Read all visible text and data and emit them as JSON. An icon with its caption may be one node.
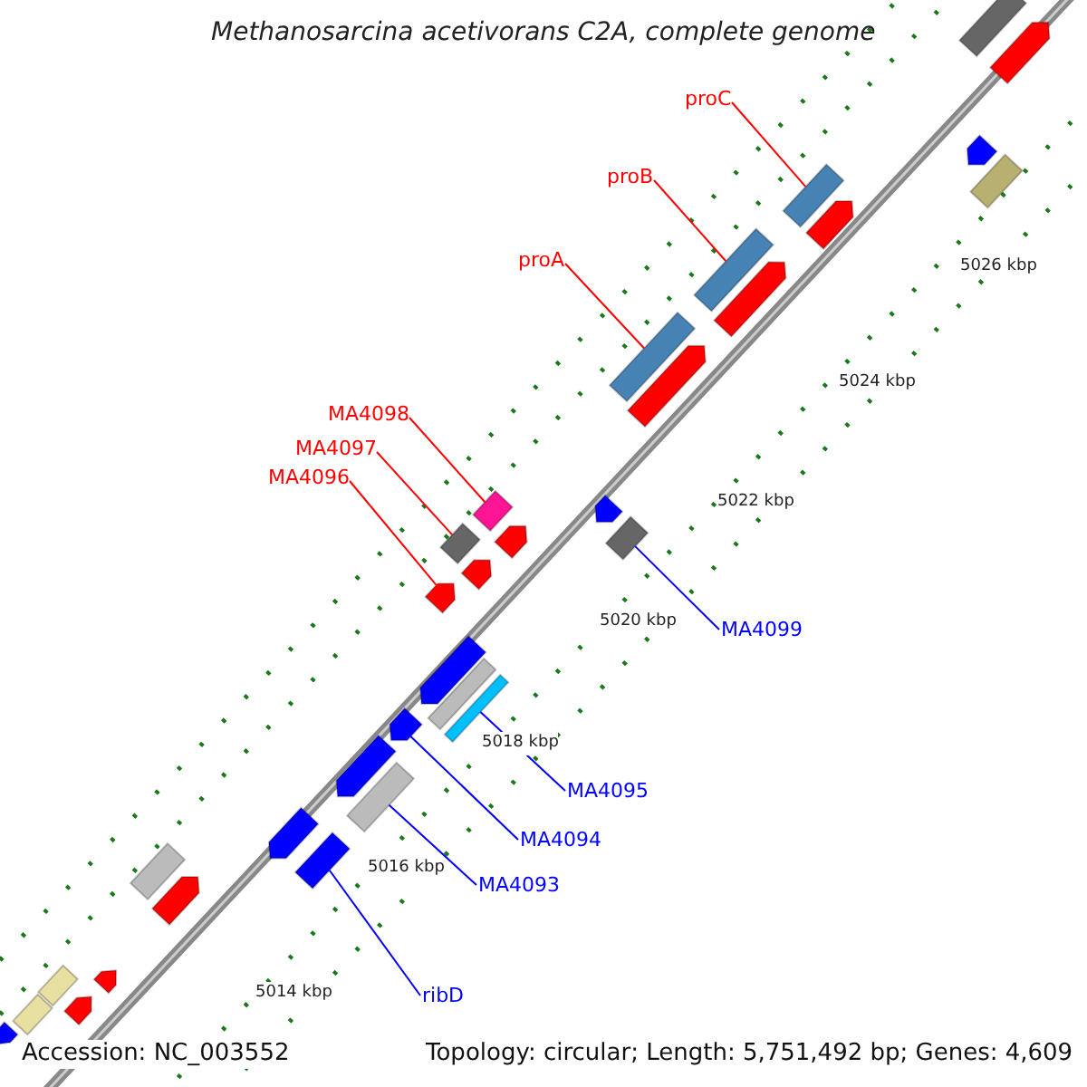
{
  "diagram": {
    "title": "Methanosarcina acetivorans C2A, complete genome",
    "nodes": [
      {
        "text": [
          "proC"
        ]
      },
      {
        "text": [],
        "shape": "bar"
      },
      {
        "text": [
          "proB"
        ]
      },
      {
        "text": [],
        "shape": "bar"
      },
      {
        "text": [
          "proA"
        ]
      },
      {
        "text": [],
        "shape": "bar"
      },
      {
        "text": [
          "MA4098"
        ]
      },
      {
        "text": [],
        "shape": "bar"
      },
      {
        "text": [
          "MA4097"
        ]
      },
      {
        "text": [],
        "shape": "bar"
      },
      {
        "text": [
          "MA4096"
        ]
      },
      {
        "text": [],
        "shape": "bar"
      },
      {
        "text": [
          "MA4099"
        ]
      },
      {
        "text": [],
        "shape": "bar"
      },
      {
        "text": [
          "MA4095"
        ]
      },
      {
        "text": [],
        "shape": "bar"
      },
      {
        "text": [
          "MA4094"
        ]
      },
      {
        "text": [],
        "shape": "bar"
      },
      {
        "text": [
          "MA4093"
        ]
      },
      {
        "text": [],
        "shape": "bar"
      },
      {
        "text": [
          "ribD"
        ]
      },
      {
        "text": [],
        "shape": "bar"
      },
      {
        "text": [],
        "shape": "bar"
      },
      {
        "text": [],
        "shape": "bar"
      },
      {
        "text": [],
        "shape": "bar"
      },
      {
        "text": [],
        "shape": "bar"
      },
      {
        "text": [],
        "shape": "bar"
      },
      {
        "text": [],
        "shape": "bar"
      },
      {
        "text": [],
        "shape": "bar"
      },
      {
        "text": [],
        "shape": "bar"
      },
      {
        "text": [],
        "shape": "bar"
      },
      {
        "text": [],
        "shape": "bar"
      },
      {
        "text": [],
        "shape": "bar"
      },
      {
        "text": [],
        "shape": "bar"
      },
      {
        "text": [],
        "shape": "bar"
      },
      {
        "text": [],
        "shape": "bar"
      },
      {
        "text": [],
        "shape": "bar"
      },
      {
        "text": [],
        "shape": "bar"
      },
      {
        "text": [],
        "shape": "bar"
      },
      {
        "text": [],
        "shape": "bar"
      },
      {
        "text": [],
        "shape": "bar"
      },
      {
        "text": [],
        "shape": "bar"
      },
      {
        "text": [],
        "shape": "bar"
      }
    ],
    "edges": [
      {
        "from": 0,
        "to": 1,
        "arrow": "none"
      },
      {
        "from": 2,
        "to": 3,
        "arrow": "none"
      },
      {
        "from": 4,
        "to": 5,
        "arrow": "none"
      },
      {
        "from": 6,
        "to": 7,
        "arrow": "none"
      },
      {
        "from": 8,
        "to": 9,
        "arrow": "none"
      },
      {
        "from": 10,
        "to": 11,
        "arrow": "none"
      },
      {
        "from": 12,
        "to": 13,
        "arrow": "none",
        "color": "#0000ff"
      },
      {
        "from": 14,
        "to": 15,
        "arrow": "none",
        "color": "#0000ff"
      },
      {
        "from": 16,
        "to": 17,
        "arrow": "none",
        "color": "#0000ff"
      },
      {
        "from": 18,
        "to": 19,
        "arrow": "none",
        "color": "#0000ff"
      },
      {
        "from": 20,
        "to": 21,
        "arrow": "none",
        "color": "#0000ff"
      }
    ],
    "labels": [
      "5026 kbp",
      "5024 kbp",
      "5022 kbp",
      "5020 kbp",
      "5018 kbp",
      "5016 kbp",
      "5014 kbp",
      "Accession: NC_003552",
      "Topology: circular; Length: 5,751,492 bp; Genes: 4,609"
    ]
  }
}
